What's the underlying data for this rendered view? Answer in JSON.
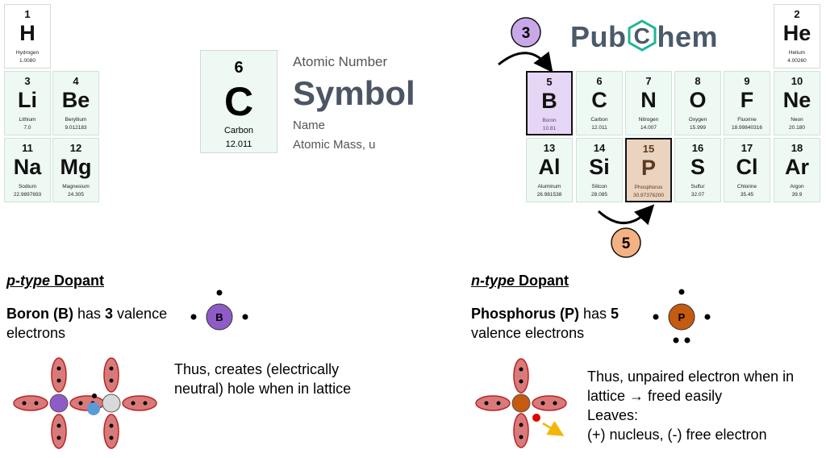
{
  "elements": {
    "H": {
      "number": "1",
      "symbol": "H",
      "name": "Hydrogen",
      "mass": "1.0080"
    },
    "He": {
      "number": "2",
      "symbol": "He",
      "name": "Helium",
      "mass": "4.00260"
    },
    "Li": {
      "number": "3",
      "symbol": "Li",
      "name": "Lithium",
      "mass": "7.0"
    },
    "Be": {
      "number": "4",
      "symbol": "Be",
      "name": "Beryllium",
      "mass": "9.012183"
    },
    "Na": {
      "number": "11",
      "symbol": "Na",
      "name": "Sodium",
      "mass": "22.9897693"
    },
    "Mg": {
      "number": "12",
      "symbol": "Mg",
      "name": "Magnesium",
      "mass": "24.305"
    },
    "B": {
      "number": "5",
      "symbol": "B",
      "name": "Boron",
      "mass": "10.81"
    },
    "C": {
      "number": "6",
      "symbol": "C",
      "name": "Carbon",
      "mass": "12.011"
    },
    "N": {
      "number": "7",
      "symbol": "N",
      "name": "Nitrogen",
      "mass": "14.007"
    },
    "O": {
      "number": "8",
      "symbol": "O",
      "name": "Oxygen",
      "mass": "15.999"
    },
    "F": {
      "number": "9",
      "symbol": "F",
      "name": "Fluorine",
      "mass": "18.99840316"
    },
    "Ne": {
      "number": "10",
      "symbol": "Ne",
      "name": "Neon",
      "mass": "20.180"
    },
    "Al": {
      "number": "13",
      "symbol": "Al",
      "name": "Aluminum",
      "mass": "26.981538"
    },
    "Si": {
      "number": "14",
      "symbol": "Si",
      "name": "Silicon",
      "mass": "28.085"
    },
    "P": {
      "number": "15",
      "symbol": "P",
      "name": "Phosphorus",
      "mass": "30.97376200"
    },
    "S": {
      "number": "16",
      "symbol": "S",
      "name": "Sulfur",
      "mass": "32.07"
    },
    "Cl": {
      "number": "17",
      "symbol": "Cl",
      "name": "Chlorine",
      "mass": "35.45"
    },
    "Ar": {
      "number": "18",
      "symbol": "Ar",
      "name": "Argon",
      "mass": "39.9"
    }
  },
  "legend": {
    "number": "6",
    "symbol": "C",
    "name": "Carbon",
    "mass": "12.011",
    "label_number": "Atomic Number",
    "label_symbol": "Symbol",
    "label_name": "Name",
    "label_mass": "Atomic Mass, u"
  },
  "brand": {
    "left": "Pub",
    "mid": "C",
    "right": "hem"
  },
  "markers": {
    "boron_count": "3",
    "phos_count": "5"
  },
  "ptype": {
    "title_italic": "p-type",
    "title_rest": " Dopant",
    "line1_a": "Boron (B)",
    "line1_b": " has ",
    "line1_c": "3",
    "line1_d": " valence",
    "line2": "electrons",
    "atom_label": "B",
    "thus1": "Thus, creates (electrically",
    "thus2": "neutral) hole when in lattice"
  },
  "ntype": {
    "title_italic": "n-type",
    "title_rest": " Dopant",
    "line1_a": "Phosphorus (P)",
    "line1_b": " has ",
    "line1_c": "5",
    "line2": "valence electrons",
    "atom_label": "P",
    "thus1": "Thus, unpaired electron when in",
    "thus2": "lattice → freed easily",
    "thus3": "Leaves:",
    "thus4": "(+) nucleus, (-) free electron"
  },
  "colors": {
    "cell_bg": "#eef9f3",
    "boron_bg": "#e6d6f5",
    "phos_bg": "#ead3bf",
    "boron_atom": "#8e5bc7",
    "phos_atom": "#c55a11",
    "bond": "#d97a7a",
    "pubchem_hex": "#1fb59a"
  }
}
